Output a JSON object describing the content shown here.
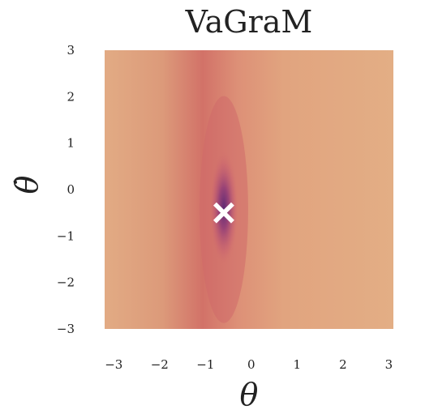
{
  "chart_data": {
    "type": "heatmap",
    "title": "VaGraM",
    "xlabel": "θ",
    "ylabel": "θ̇",
    "xlim": [
      -3.2,
      3.1
    ],
    "ylim": [
      -3.0,
      3.0
    ],
    "xticks": [
      -3,
      -2,
      -1,
      0,
      1,
      2,
      3
    ],
    "yticks": [
      -3,
      -2,
      -1,
      0,
      1,
      2,
      3
    ],
    "xtick_labels": [
      "−3",
      "−2",
      "−1",
      "0",
      "1",
      "2",
      "3"
    ],
    "ytick_labels": [
      "−3",
      "−2",
      "−1",
      "0",
      "1",
      "2",
      "3"
    ],
    "colormap": "flare",
    "colors": {
      "low": "#6e2f78",
      "mid": "#d7756a",
      "high": "#e2ac84"
    },
    "minimum": {
      "x": -0.6,
      "y": -0.5
    },
    "marker": {
      "symbol": "×",
      "color": "#ffffff"
    },
    "grid": false,
    "legend": "none"
  }
}
